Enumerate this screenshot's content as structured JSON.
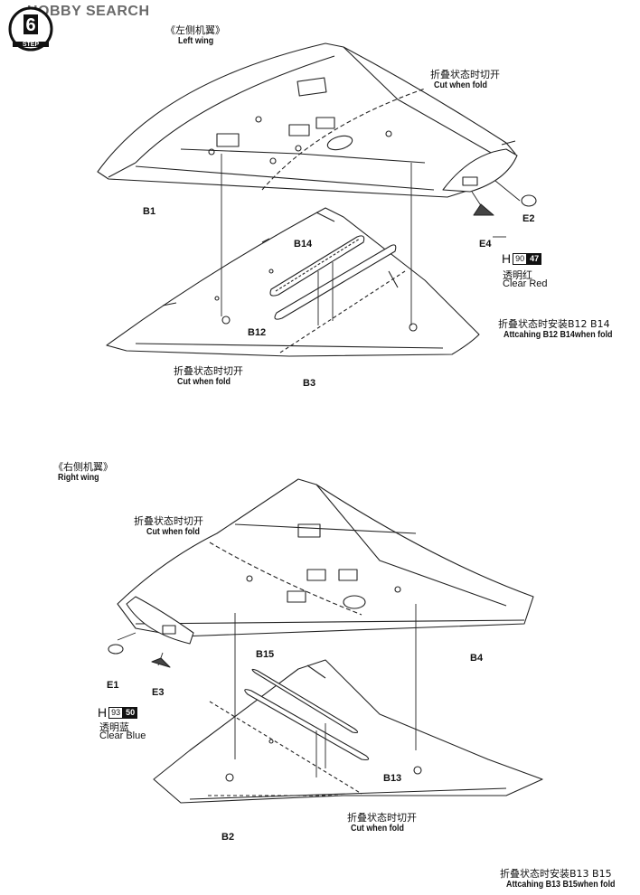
{
  "header": {
    "brand": "HOBBY SEARCH",
    "step_number": "6",
    "step_label": "STEP"
  },
  "left_wing": {
    "title_zh": "《左侧机翼》",
    "title_en": "Left wing",
    "cut_zh": "折叠状态时切开",
    "cut_en": "Cut when fold",
    "cut2_zh": "折叠状态时切开",
    "cut2_en": "Cut when fold",
    "parts": {
      "B1": "B1",
      "B3": "B3",
      "B12": "B12",
      "B14": "B14",
      "E2": "E2",
      "E4": "E4"
    },
    "paint": {
      "prefix": "H",
      "code": "90",
      "num": "47",
      "zh": "透明红",
      "en": "Clear Red"
    },
    "attach_zh": "折叠状态时安装B12 B14",
    "attach_en": "Attcahing B12 B14when fold"
  },
  "right_wing": {
    "title_zh": "《右侧机翼》",
    "title_en": "Right wing",
    "cut_zh": "折叠状态时切开",
    "cut_en": "Cut when fold",
    "cut2_zh": "折叠状态时切开",
    "cut2_en": "Cut when fold",
    "parts": {
      "B2": "B2",
      "B4": "B4",
      "B13": "B13",
      "B15": "B15",
      "E1": "E1",
      "E3": "E3"
    },
    "paint": {
      "prefix": "H",
      "code": "93",
      "num": "50",
      "zh": "透明蓝",
      "en": "Clear Blue"
    },
    "attach_zh": "折叠状态时安装B13 B15",
    "attach_en": "Attcahing B13 B15when fold"
  }
}
